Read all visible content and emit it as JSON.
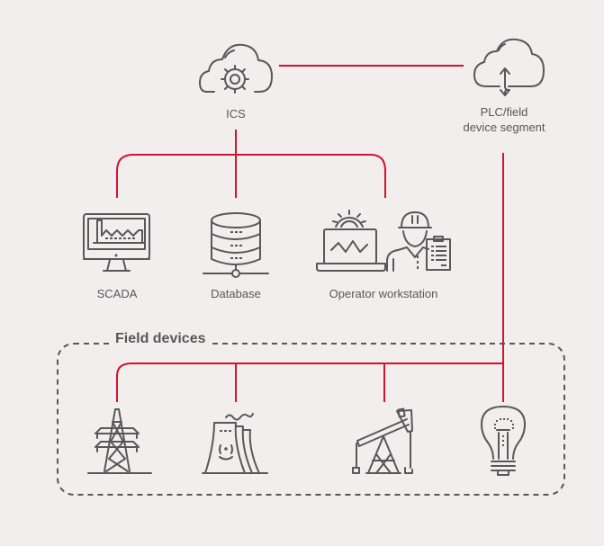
{
  "colors": {
    "background": "#f1eeed",
    "connection_line": "#d7102f",
    "icon_stroke": "#58585a",
    "label_text": "#58585a"
  },
  "nodes": {
    "ics": {
      "label": "ICS",
      "icon": "cloud-gear-icon"
    },
    "plc_segment": {
      "label_line1": "PLC/field",
      "label_line2": "device segment",
      "icon": "cloud-sync-icon"
    },
    "scada": {
      "label": "SCADA",
      "icon": "monitor-factory-icon"
    },
    "database": {
      "label": "Database",
      "icon": "database-server-icon"
    },
    "operator_workstation": {
      "label": "Operator workstation",
      "icon": "laptop-engineer-icon"
    }
  },
  "field_devices": {
    "title": "Field devices",
    "devices": [
      {
        "name": "Power transmission tower",
        "icon": "transmission-tower-icon"
      },
      {
        "name": "Power plant cooling towers",
        "icon": "cooling-tower-icon"
      },
      {
        "name": "Oil pump jack",
        "icon": "pump-jack-icon"
      },
      {
        "name": "Light bulb",
        "icon": "light-bulb-icon"
      }
    ]
  }
}
